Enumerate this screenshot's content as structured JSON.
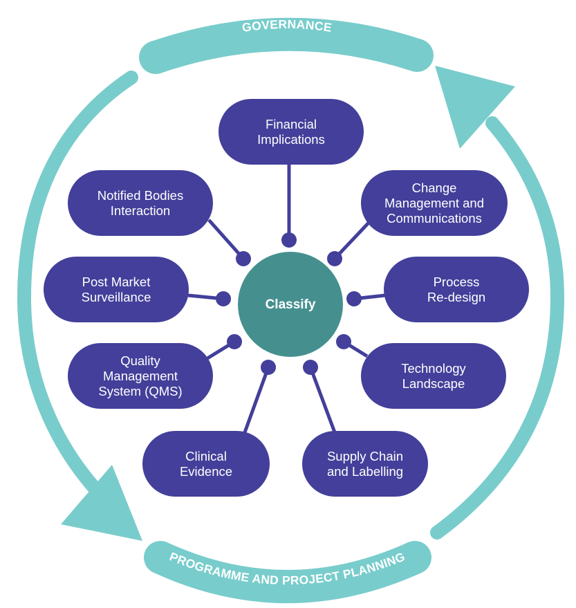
{
  "colors": {
    "ring": "#79cccc",
    "node": "#433f9a",
    "hub": "#45908f",
    "connector": "#433f9a",
    "text": "#ffffff"
  },
  "ring": {
    "top_label": "GOVERNANCE",
    "bottom_label": "PROGRAMME AND PROJECT PLANNING"
  },
  "hub": {
    "label": "Classify"
  },
  "nodes": [
    {
      "id": "financial-implications",
      "lines": [
        "Financial",
        "Implications"
      ]
    },
    {
      "id": "change-management",
      "lines": [
        "Change",
        "Management and",
        "Communications"
      ]
    },
    {
      "id": "process-redesign",
      "lines": [
        "Process",
        "Re-design"
      ]
    },
    {
      "id": "technology-landscape",
      "lines": [
        "Technology",
        "Landscape"
      ]
    },
    {
      "id": "supply-chain",
      "lines": [
        "Supply Chain",
        "and Labelling"
      ]
    },
    {
      "id": "clinical-evidence",
      "lines": [
        "Clinical",
        "Evidence"
      ]
    },
    {
      "id": "quality-management",
      "lines": [
        "Quality",
        "Management",
        "System (QMS)"
      ]
    },
    {
      "id": "post-market",
      "lines": [
        "Post Market",
        "Surveillance"
      ]
    },
    {
      "id": "notified-bodies",
      "lines": [
        "Notified Bodies",
        "Interaction"
      ]
    }
  ]
}
